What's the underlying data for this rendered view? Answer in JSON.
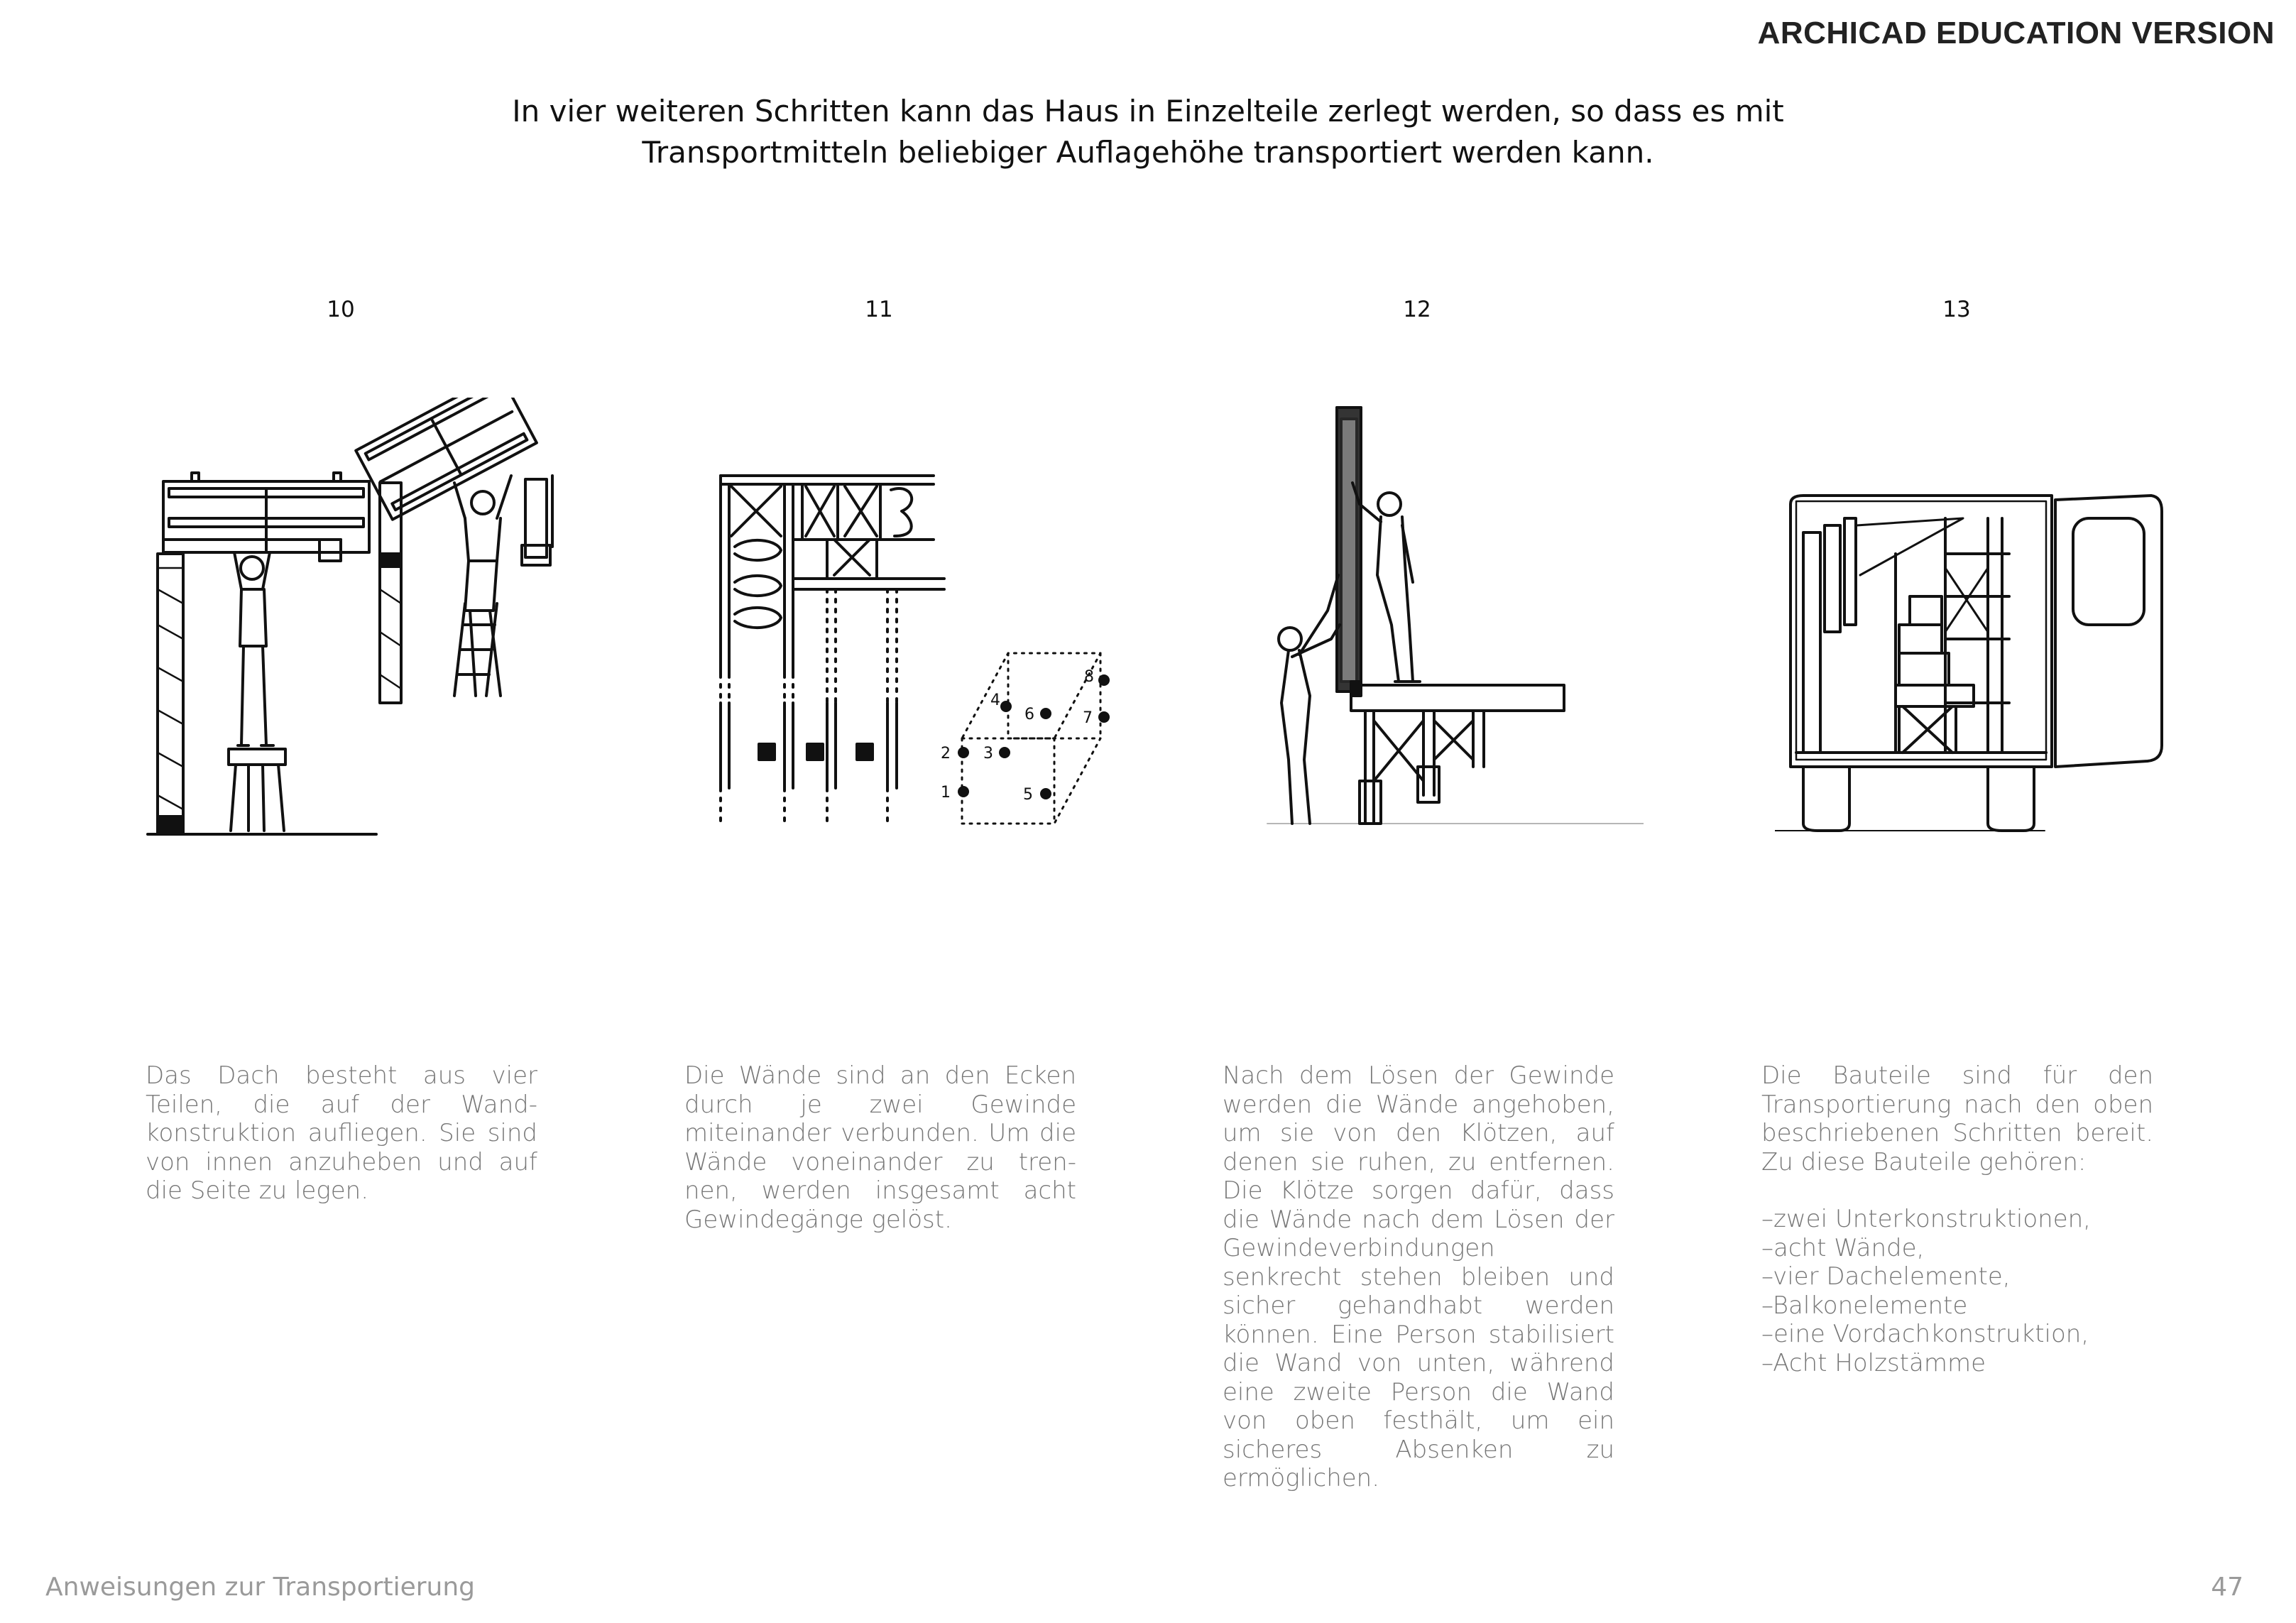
{
  "watermark": "ARCHICAD EDUCATION VERSION",
  "intro": {
    "line1": "In vier weiteren Schritten kann das Haus in Einzelteile zerlegt werden, so dass es mit",
    "line2": "Transportmitteln beliebiger Auflagehöhe transportiert werden kann."
  },
  "steps": [
    {
      "number": "10",
      "text": "Das Dach besteht aus vier Teilen, die auf der Wand-konstruktion aufliegen. Sie sind von innen anzuheben und auf die Seite zu legen."
    },
    {
      "number": "11",
      "text": "Die Wände sind an den Ecken durch je zwei Gewinde miteinander verbunden. Um die Wände voneinander zu tren-nen, werden insgesamt acht Gewindegänge gelöst.",
      "diagram_labels": [
        "1",
        "2",
        "3",
        "4",
        "5",
        "6",
        "7",
        "8"
      ]
    },
    {
      "number": "12",
      "text": "Nach dem Lösen der Gewinde werden die Wände angehoben, um sie von den Klötzen, auf denen sie ruhen, zu entfernen. Die Klötze sorgen dafür, dass die Wände nach dem Lösen der Gewindeverbindungen senkrecht stehen bleiben und sicher gehandhabt werden können. Eine Person stabilisiert die Wand von unten, während eine zweite Person die Wand von oben festhält, um ein sicheres Absenken zu ermöglichen."
    },
    {
      "number": "13",
      "text": "Die Bauteile sind für den Transportierung nach den oben beschriebenen Schritten bereit. Zu diese Bauteile gehören:",
      "list": [
        "–zwei Unterkonstruktionen,",
        "–acht Wände,",
        "–vier Dachelemente,",
        "–Balkonelemente",
        "–eine Vordachkonstruktion,",
        "–Acht Holzstämme"
      ]
    }
  ],
  "footer": {
    "title": "Anweisungen zur Transportierung",
    "page": "47"
  }
}
